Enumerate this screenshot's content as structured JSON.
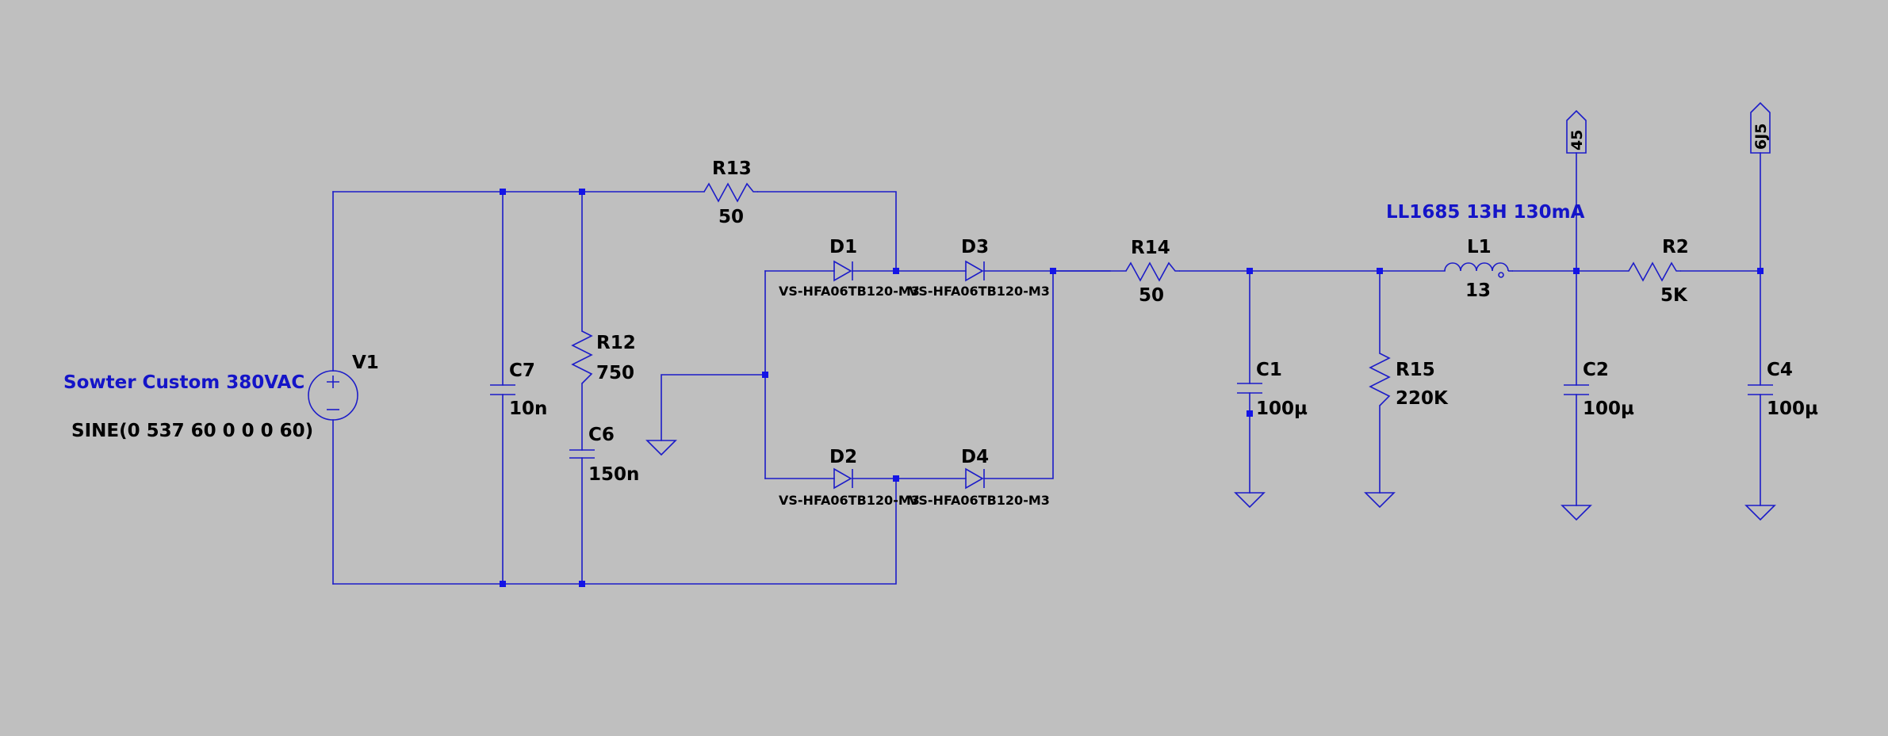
{
  "annotations": {
    "transformer_note": "Sowter Custom 380VAC",
    "choke_note": "LL1685 13H 130mA"
  },
  "components": {
    "V1": {
      "ref": "V1",
      "value": "SINE(0 537 60 0 0 0 60)"
    },
    "C7": {
      "ref": "C7",
      "value": "10n"
    },
    "R12": {
      "ref": "R12",
      "value": "750"
    },
    "C6": {
      "ref": "C6",
      "value": "150n"
    },
    "R13": {
      "ref": "R13",
      "value": "50"
    },
    "D1": {
      "ref": "D1",
      "value": "VS-HFA06TB120-M3"
    },
    "D2": {
      "ref": "D2",
      "value": "VS-HFA06TB120-M3"
    },
    "D3": {
      "ref": "D3",
      "value": "VS-HFA06TB120-M3"
    },
    "D4": {
      "ref": "D4",
      "value": "VS-HFA06TB120-M3"
    },
    "R14": {
      "ref": "R14",
      "value": "50"
    },
    "C1": {
      "ref": "C1",
      "value": "100µ"
    },
    "R15": {
      "ref": "R15",
      "value": "220K"
    },
    "L1": {
      "ref": "L1",
      "value": "13"
    },
    "C2": {
      "ref": "C2",
      "value": "100µ"
    },
    "R2": {
      "ref": "R2",
      "value": "5K"
    },
    "C4": {
      "ref": "C4",
      "value": "100µ"
    }
  },
  "net_labels": {
    "n45": "45",
    "n6J5": "6J5"
  },
  "colors": {
    "background": "#bfbfbf",
    "wire": "#1c1cc8",
    "junction": "#1414e6",
    "annotation": "#1414c8"
  }
}
